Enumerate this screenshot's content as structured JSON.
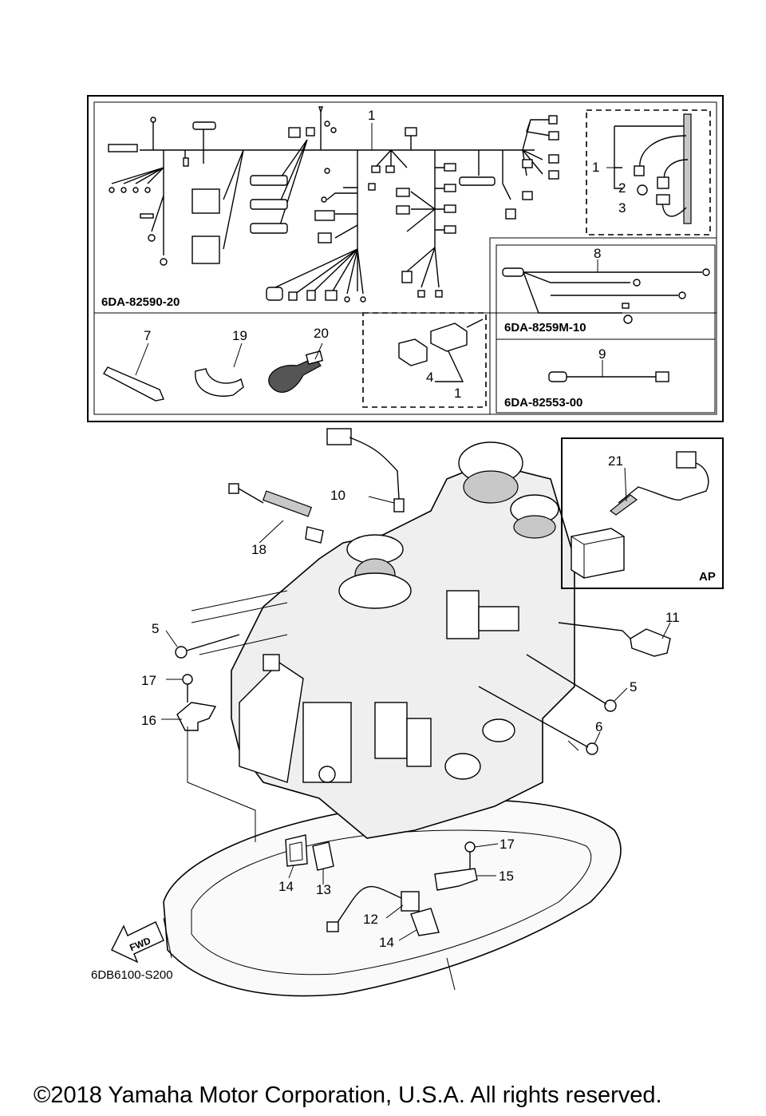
{
  "diagram": {
    "harness_kit_code": "6DA-82590-20",
    "sub_harness_code": "6DA-8259M-10",
    "lead_wire_code": "6DA-82553-00",
    "option_panel_label": "AP",
    "direction_label": "FWD",
    "drawing_reference": "6DB6100-S200",
    "copyright": "©2018 Yamaha Motor Corporation, U.S.A. All rights reserved.",
    "callouts": {
      "c1_harness": "1",
      "c1_inset": "1",
      "c2_inset": "2",
      "c3_inset": "3",
      "c4_relay": "4",
      "c1_relay": "1",
      "c7": "7",
      "c19": "19",
      "c20": "20",
      "c8": "8",
      "c9": "9",
      "c10": "10",
      "c18": "18",
      "c21": "21",
      "c5_left": "5",
      "c11": "11",
      "c17_left": "17",
      "c16": "16",
      "c5_right": "5",
      "c6": "6",
      "c17_lower": "17",
      "c15": "15",
      "c14_left": "14",
      "c13": "13",
      "c12": "12",
      "c14_lower": "14"
    }
  }
}
